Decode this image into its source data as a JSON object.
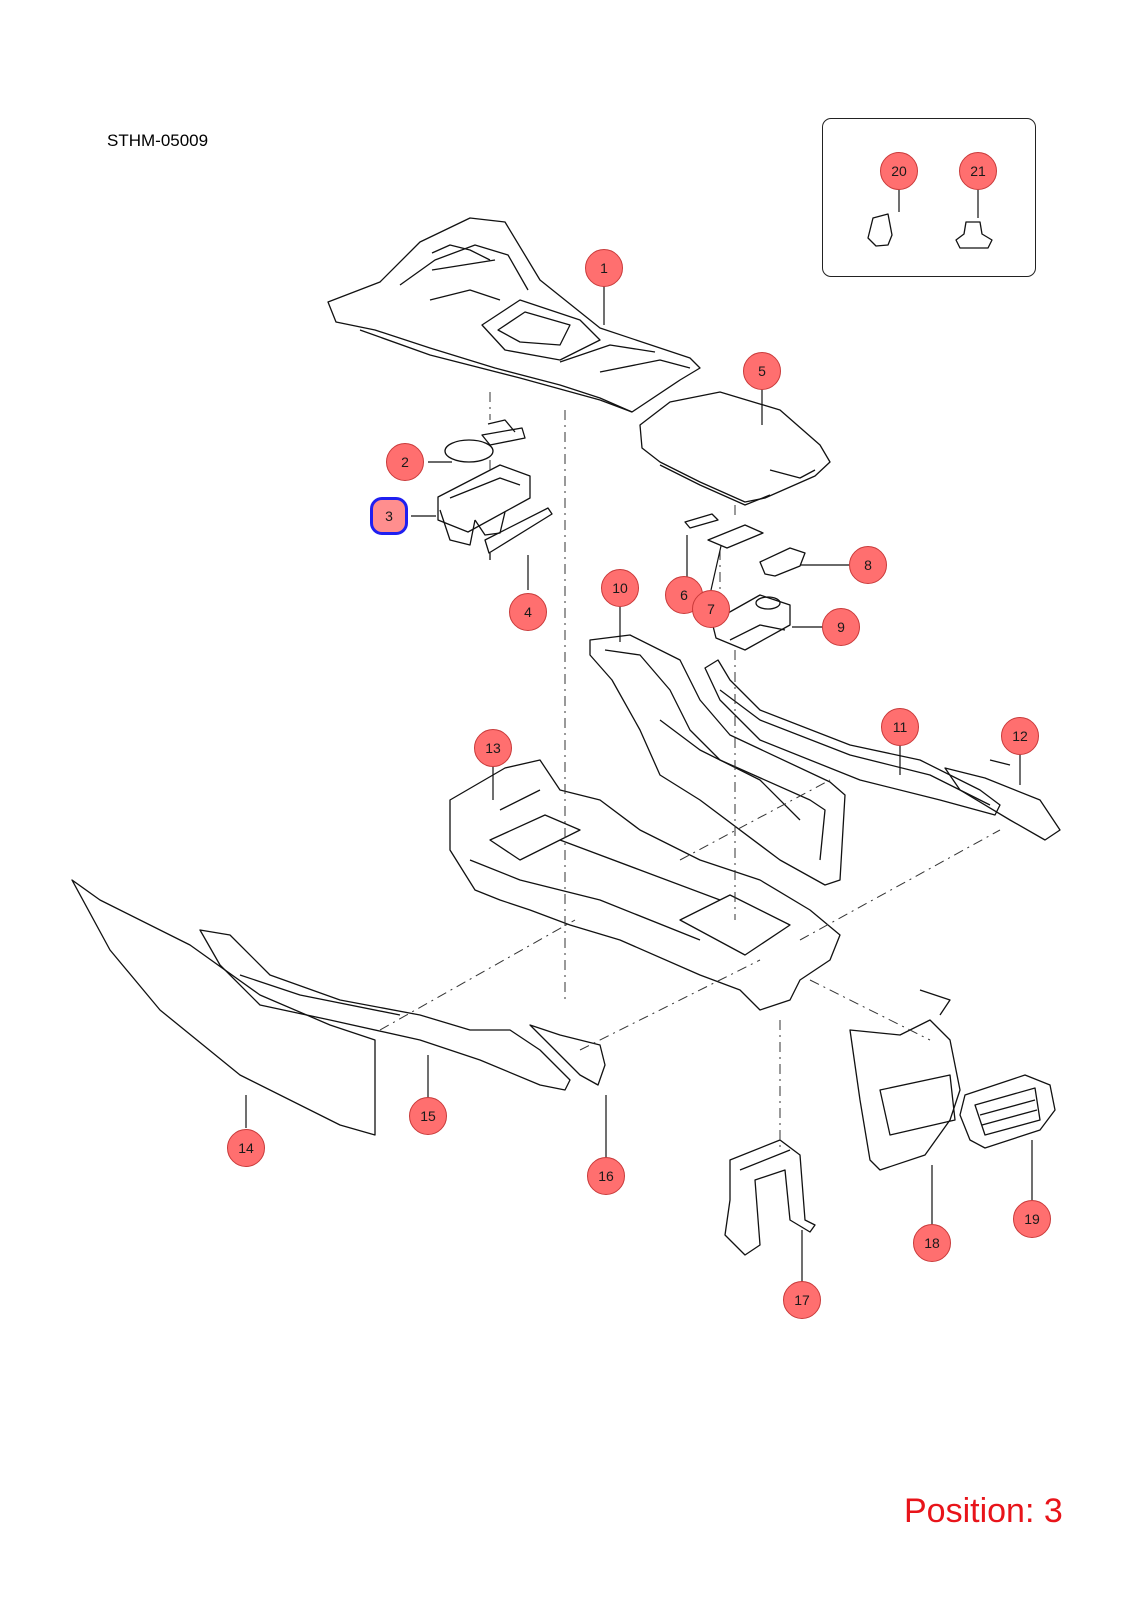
{
  "document": {
    "code": "STHM-05009"
  },
  "position_indicator": {
    "text": "Position: 3",
    "color": "#e8141a"
  },
  "selected_part": "3",
  "colors": {
    "callout_fill": "#ff6f6f",
    "callout_stroke": "#c93a3a",
    "selection_outline": "#1f1ff0",
    "linework": "#111111"
  },
  "callouts": [
    "1",
    "2",
    "3",
    "4",
    "5",
    "6",
    "7",
    "8",
    "9",
    "10",
    "11",
    "12",
    "13",
    "14",
    "15",
    "16",
    "17",
    "18",
    "19",
    "20",
    "21"
  ]
}
